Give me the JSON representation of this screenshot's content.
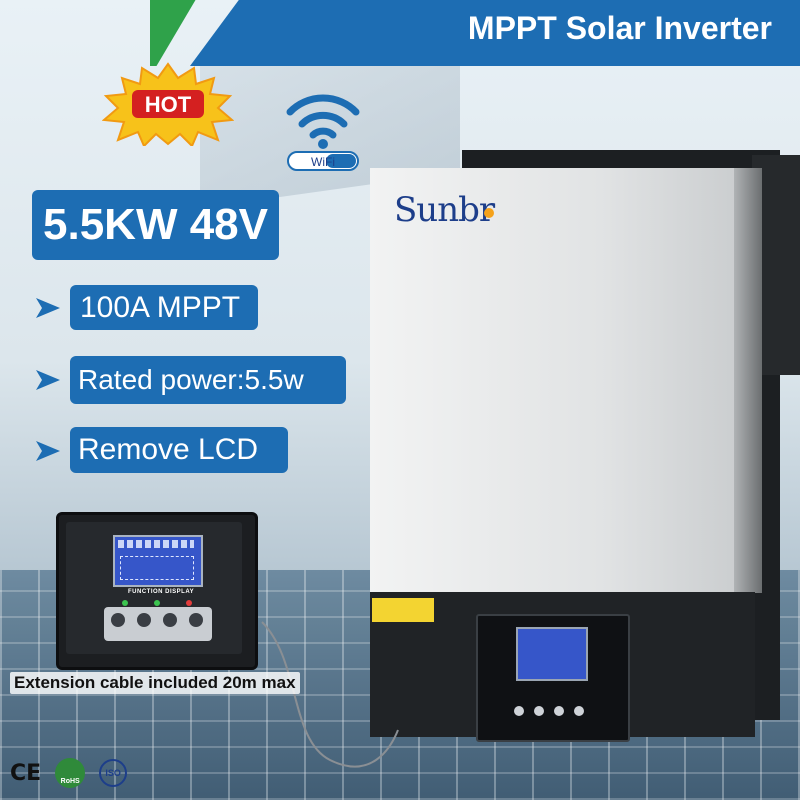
{
  "banner": {
    "title": "MPPT Solar Inverter"
  },
  "badges": {
    "hot": "HOT",
    "wifi": "WiFi"
  },
  "spec_main": "5.5KW 48V",
  "features": [
    {
      "label": "100A MPPT"
    },
    {
      "label": "Rated power:5.5w"
    },
    {
      "label": "Remove LCD"
    }
  ],
  "product": {
    "brand": "Sunbr"
  },
  "display": {
    "function_label": "FUNCTION DISPLAY"
  },
  "note": "Extension cable included 20m max",
  "certifications": [
    "CE",
    "RoHS",
    "ISO"
  ],
  "colors": {
    "accent_blue": "#1d6db3",
    "accent_green": "#2fa24a",
    "hot_red": "#d42020",
    "hot_yellow": "#f7c21a"
  }
}
